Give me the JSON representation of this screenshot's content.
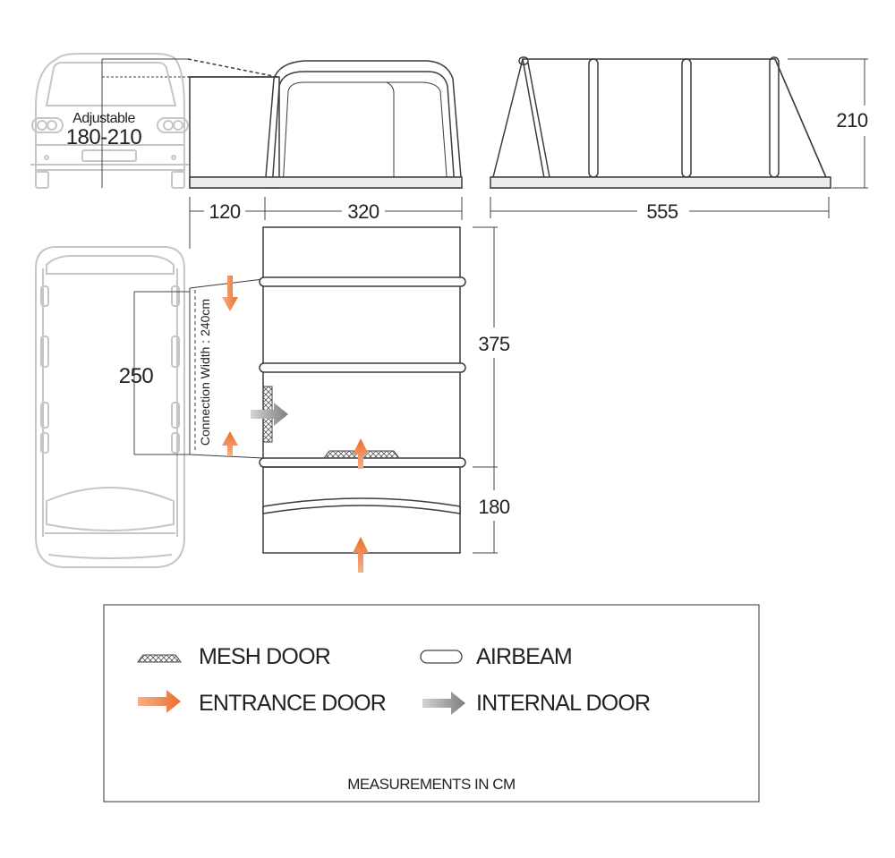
{
  "diagram": {
    "adjustable_label": "Adjustable",
    "adjustable_range": "180-210",
    "dim_annex_length": "120",
    "dim_awning_width": "320",
    "dim_total_length": "555",
    "dim_height": "210",
    "dim_main_depth": "375",
    "dim_porch_depth": "180",
    "dim_vehicle_span": "250",
    "connection_width": "Connection Width : 240cm"
  },
  "legend": {
    "mesh_door": "MESH DOOR",
    "airbeam": "AIRBEAM",
    "entrance_door": "ENTRANCE DOOR",
    "internal_door": "INTERNAL DOOR",
    "footer": "MEASUREMENTS IN CM"
  },
  "colors": {
    "outline": "#3c3c3c",
    "vehicle": "#c4c4c4",
    "entrance_arrow": "#ee7a3a",
    "internal_arrow": "#8a8a8a",
    "text": "#222222"
  }
}
